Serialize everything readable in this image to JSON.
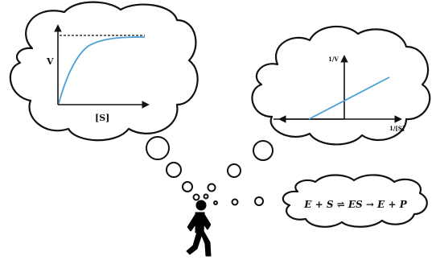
{
  "michaelis_menten": {
    "y_label": "V",
    "x_label": "[S]",
    "curve_color": "#4a9fd6"
  },
  "lineweaver_burk": {
    "y_label": "1/V",
    "x_label": "1/[S]",
    "line_color": "#4a9fd6"
  },
  "reaction": {
    "equation": "E + S ⇌ ES → E + P"
  },
  "figure": {
    "icon": "walking-person-icon"
  }
}
